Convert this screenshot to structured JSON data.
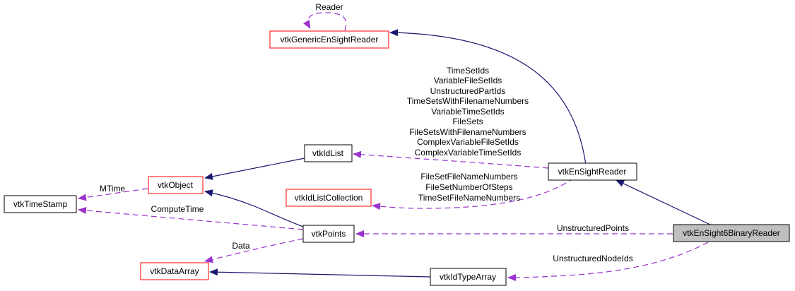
{
  "diagram": {
    "title": "vtkEnSight6BinaryReader collaboration graph",
    "colors": {
      "inheritance_edge": "#191970",
      "usage_edge": "#9a32cd",
      "node_border_default": "#000000",
      "node_border_undocumented": "#ff0000",
      "focus_fill": "#bfbfbf"
    },
    "nodes": [
      {
        "id": "generic",
        "label": "vtkGenericEnSightReader",
        "style": "red"
      },
      {
        "id": "idlist",
        "label": "vtkIdList",
        "style": "black"
      },
      {
        "id": "ensight",
        "label": "vtkEnSightReader",
        "style": "black"
      },
      {
        "id": "object",
        "label": "vtkObject",
        "style": "red"
      },
      {
        "id": "timestamp",
        "label": "vtkTimeStamp",
        "style": "black"
      },
      {
        "id": "idlistcoll",
        "label": "vtkIdListCollection",
        "style": "red"
      },
      {
        "id": "points",
        "label": "vtkPoints",
        "style": "black"
      },
      {
        "id": "binary",
        "label": "vtkEnSight6BinaryReader",
        "style": "focus"
      },
      {
        "id": "dataarray",
        "label": "vtkDataArray",
        "style": "red"
      },
      {
        "id": "idtypearray",
        "label": "vtkIdTypeArray",
        "style": "black"
      }
    ],
    "edge_labels": {
      "reader": "Reader",
      "mtime": "MTime",
      "computetime": "ComputeTime",
      "data": "Data",
      "unstructured_points": "UnstructuredPoints",
      "unstructured_node_ids": "UnstructuredNodeIds",
      "idlist_members": [
        "TimeSetIds",
        "VariableFileSetIds",
        "UnstructuredPartIds",
        "TimeSetsWithFilenameNumbers",
        "VariableTimeSetIds",
        "FileSets",
        "FileSetsWithFilenameNumbers",
        "ComplexVariableFileSetIds",
        "ComplexVariableTimeSetIds"
      ],
      "idlistcollection_members": [
        "FileSetFileNameNumbers",
        "FileSetNumberOfSteps",
        "TimeSetFileNameNumbers"
      ]
    }
  }
}
